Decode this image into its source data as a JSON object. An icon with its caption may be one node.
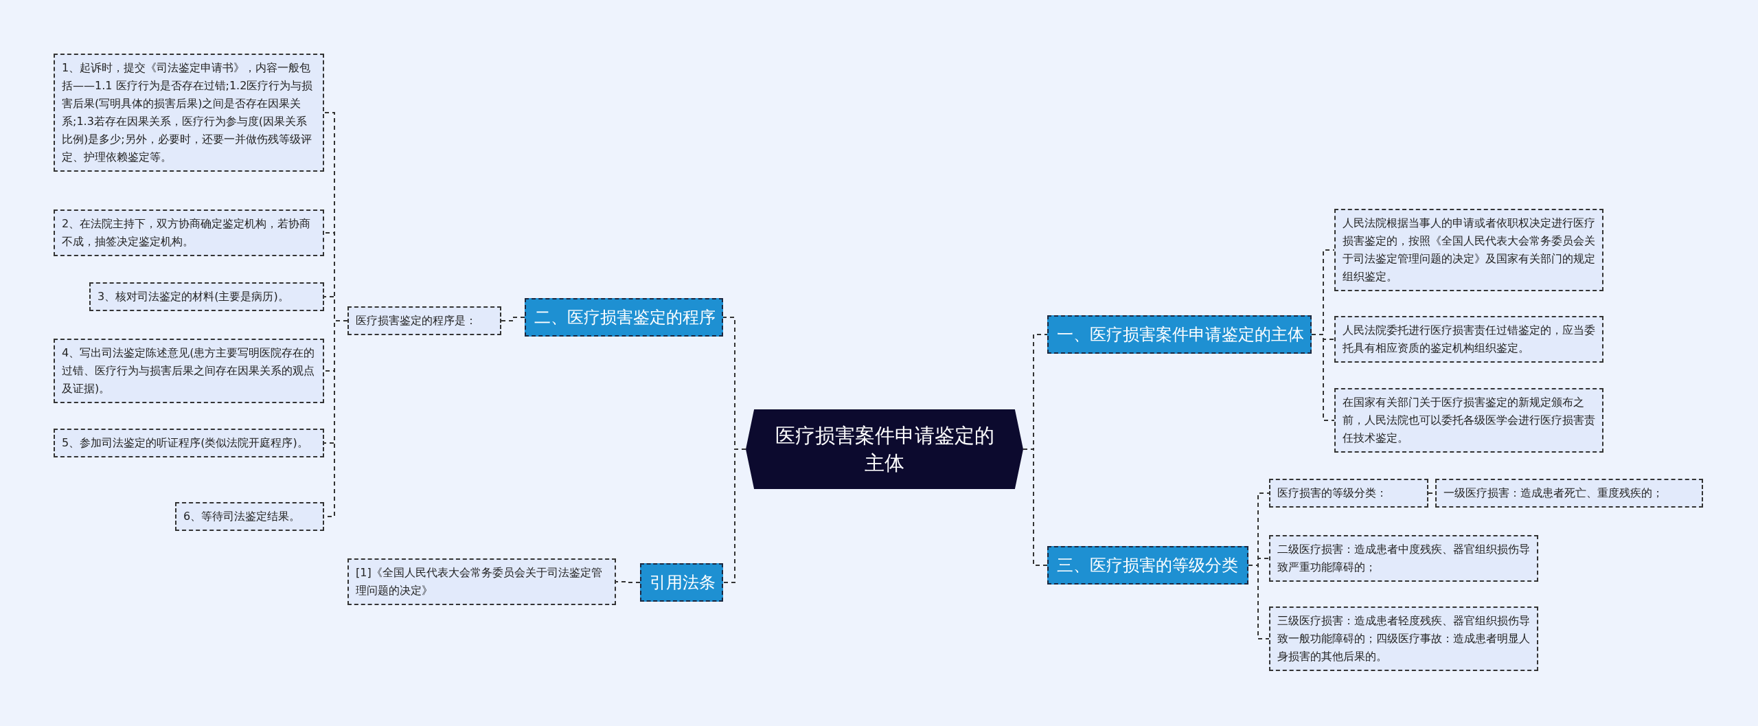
{
  "diagram": {
    "nodes": [
      {
        "text": [
          "医疗损害案件申请鉴定的主体"
        ]
      },
      {
        "text": [
          "二、医疗损害鉴定的程序"
        ]
      },
      {
        "text": [
          "医疗损害鉴定的程序是："
        ]
      },
      {
        "text": [
          "1、起诉时，提交《司法鉴定申请书》，内容一般包括——1.1 医疗行为是否存在过错;1.2医疗行为与损害后果(写明具体的损害后果)之间是否存在因果关系;1.3若存在因果关系，医疗行为参与度(因果关系比例)是多少;另外，必要时，还要一并做伤残等级评定、护理依赖鉴定等。"
        ]
      },
      {
        "text": [
          "2、在法院主持下，双方协商确定鉴定机构，若协商不成，抽签决定鉴定机构。"
        ]
      },
      {
        "text": [
          "3、核对司法鉴定的材料(主要是病历)。"
        ]
      },
      {
        "text": [
          "4、写出司法鉴定陈述意见(患方主要写明医院存在的过错、医疗行为与损害后果之间存在因果关系的观点及证据)。"
        ]
      },
      {
        "text": [
          "5、参加司法鉴定的听证程序(类似法院开庭程序)。"
        ]
      },
      {
        "text": [
          "6、等待司法鉴定结果。"
        ]
      },
      {
        "text": [
          "引用法条"
        ]
      },
      {
        "text": [
          "[1]《全国人民代表大会常务委员会关于司法鉴定管理问题的决定》"
        ]
      },
      {
        "text": [
          "一、医疗损害案件申请鉴定的主体"
        ]
      },
      {
        "text": [
          "人民法院根据当事人的申请或者依职权决定进行医疗损害鉴定的，按照《全国人民代表大会常务委员会关于司法鉴定管理问题的决定》及国家有关部门的规定组织鉴定。"
        ]
      },
      {
        "text": [
          "人民法院委托进行医疗损害责任过错鉴定的，应当委托具有相应资质的鉴定机构组织鉴定。"
        ]
      },
      {
        "text": [
          "在国家有关部门关于医疗损害鉴定的新规定颁布之前，人民法院也可以委托各级医学会进行医疗损害责任技术鉴定。"
        ]
      },
      {
        "text": [
          "三、医疗损害的等级分类"
        ]
      },
      {
        "text": [
          "医疗损害的等级分类："
        ]
      },
      {
        "text": [
          "一级医疗损害：造成患者死亡、重度残疾的；"
        ]
      },
      {
        "text": [
          "二级医疗损害：造成患者中度残疾、器官组织损伤导致严重功能障碍的；"
        ]
      },
      {
        "text": [
          "三级医疗损害：造成患者轻度残疾、器官组织损伤导致一般功能障碍的；四级医疗事故：造成患者明显人身损害的其他后果的。"
        ]
      }
    ],
    "edges": [
      {
        "from": 0,
        "to": 1,
        "arrow": "none"
      },
      {
        "from": 0,
        "to": 9,
        "arrow": "none"
      },
      {
        "from": 1,
        "to": 2,
        "arrow": "none"
      },
      {
        "from": 2,
        "to": 3,
        "arrow": "none"
      },
      {
        "from": 2,
        "to": 4,
        "arrow": "none"
      },
      {
        "from": 2,
        "to": 5,
        "arrow": "none"
      },
      {
        "from": 2,
        "to": 6,
        "arrow": "none"
      },
      {
        "from": 2,
        "to": 7,
        "arrow": "none"
      },
      {
        "from": 2,
        "to": 8,
        "arrow": "none"
      },
      {
        "from": 9,
        "to": 10,
        "arrow": "none"
      },
      {
        "from": 0,
        "to": 11,
        "arrow": "none"
      },
      {
        "from": 0,
        "to": 15,
        "arrow": "none"
      },
      {
        "from": 11,
        "to": 12,
        "arrow": "none"
      },
      {
        "from": 11,
        "to": 13,
        "arrow": "none"
      },
      {
        "from": 11,
        "to": 14,
        "arrow": "none"
      },
      {
        "from": 15,
        "to": 16,
        "arrow": "none"
      },
      {
        "from": 15,
        "to": 18,
        "arrow": "none"
      },
      {
        "from": 15,
        "to": 19,
        "arrow": "none"
      },
      {
        "from": 16,
        "to": 17,
        "arrow": "none"
      }
    ]
  }
}
